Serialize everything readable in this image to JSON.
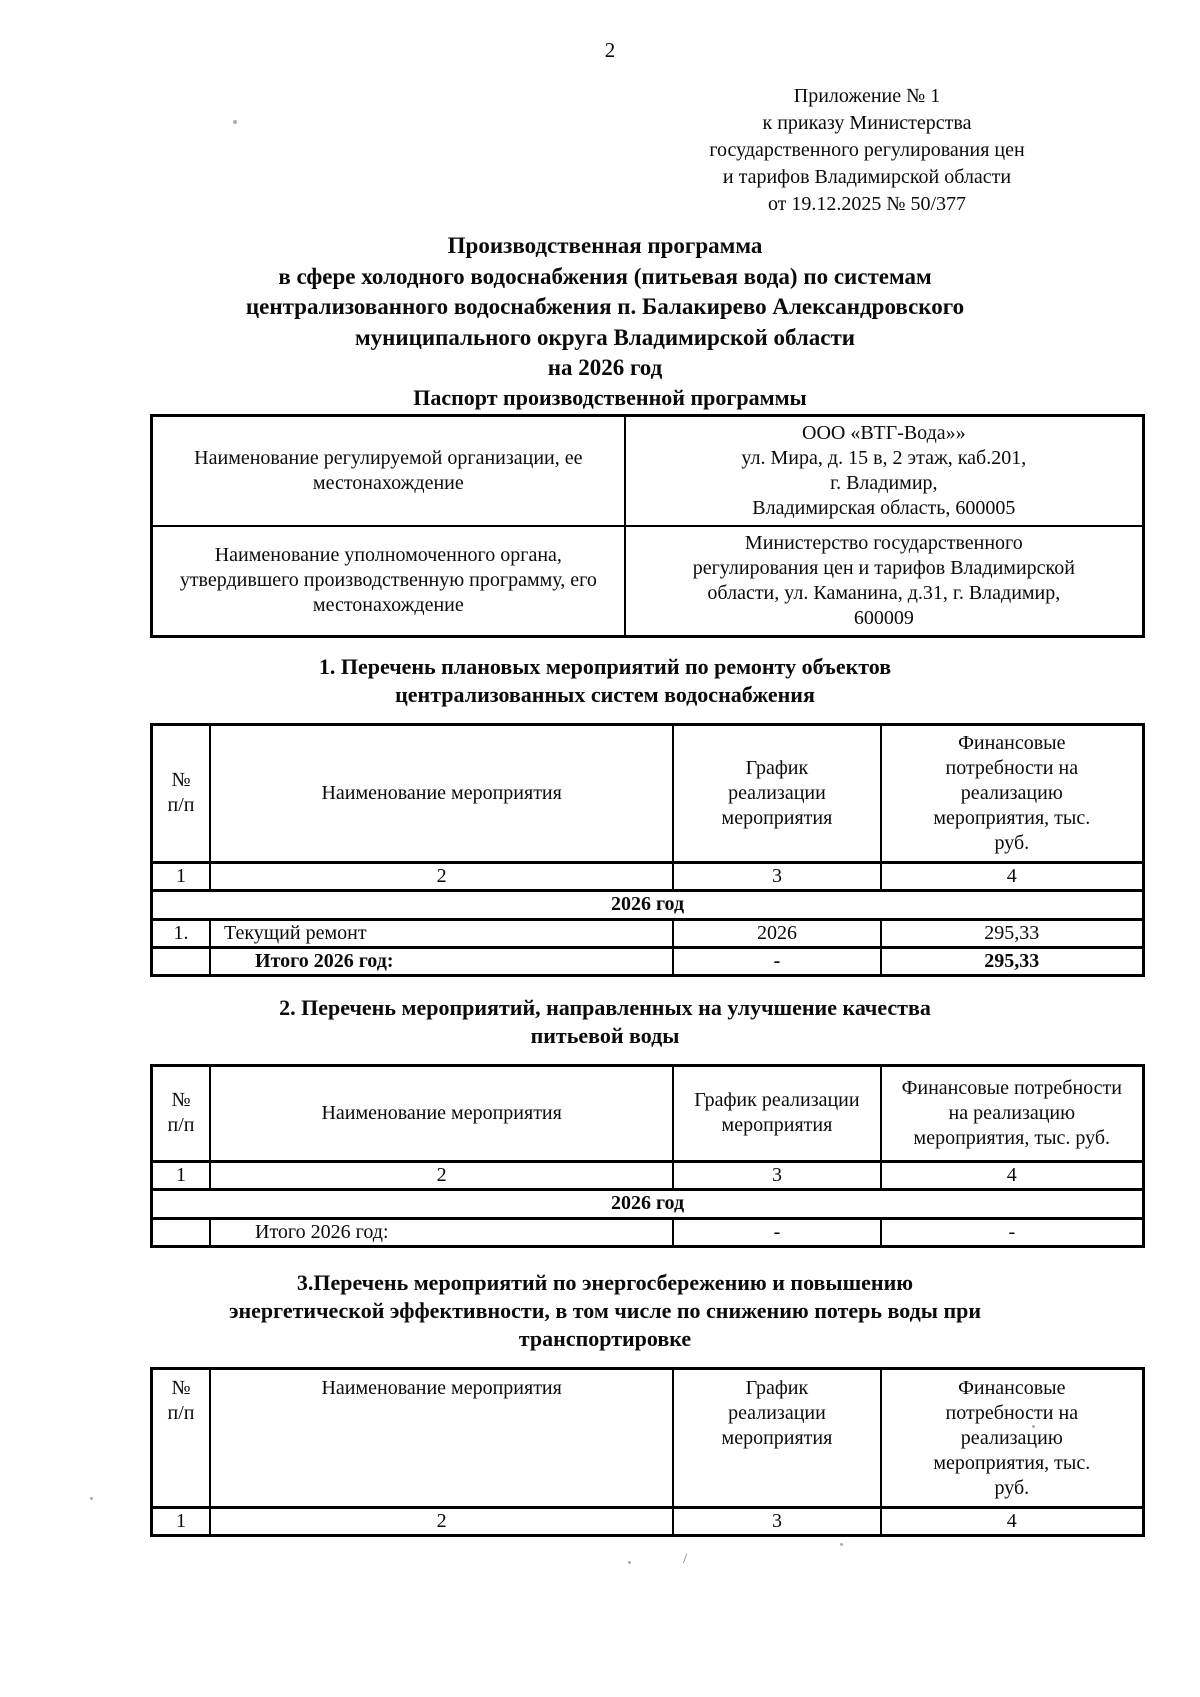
{
  "page": {
    "number": "2",
    "header_lines": [
      "Приложение № 1",
      "к приказу Министерства",
      "государственного регулирования цен",
      "и тарифов Владимирской области",
      "от 19.12.2025 № 50/377"
    ],
    "title_lines": [
      "Производственная программа",
      "в сфере холодного водоснабжения (питьевая вода) по системам",
      "централизованного водоснабжения п. Балакирево Александровского",
      "муниципального округа Владимирской области",
      "на 2026 год"
    ],
    "passport_heading": "Паспорт производственной программы"
  },
  "passport": {
    "rows": [
      {
        "label": "Наименование регулируемой организации, ее местонахождение",
        "value_lines": [
          "ООО «ВТГ-Вода»»",
          "ул. Мира, д. 15 в, 2 этаж, каб.201,",
          "г. Владимир,",
          "Владимирская область, 600005"
        ]
      },
      {
        "label": "Наименование уполномоченного органа, утвердившего производственную программу, его местонахождение",
        "value_lines": [
          "Министерство государственного",
          "регулирования цен и тарифов Владимирской",
          "области, ул. Каманина, д.31, г. Владимир,",
          "600009"
        ]
      }
    ]
  },
  "section1": {
    "heading_lines": [
      "1.  Перечень плановых мероприятий по ремонту объектов",
      "централизованных систем водоснабжения"
    ],
    "table": {
      "headers": [
        "№ п/п",
        "Наименование мероприятия",
        "График реализации мероприятия",
        "Финансовые потребности на реализацию мероприятия, тыс. руб."
      ],
      "column_numbers": [
        "1",
        "2",
        "3",
        "4"
      ],
      "year_group": "2026 год",
      "rows": [
        {
          "num": "1.",
          "name": "Текущий ремонт",
          "schedule": "2026",
          "cost": "295,33"
        }
      ],
      "total_row": {
        "label": "Итого 2026 год:",
        "schedule": "-",
        "cost": "295,33"
      }
    }
  },
  "section2": {
    "heading_lines": [
      "2. Перечень мероприятий, направленных на улучшение качества",
      "питьевой воды"
    ],
    "table": {
      "headers": [
        "№ п/п",
        "Наименование мероприятия",
        "График реализации мероприятия",
        "Финансовые потребности на реализацию мероприятия, тыс. руб."
      ],
      "column_numbers": [
        "1",
        "2",
        "3",
        "4"
      ],
      "year_group": "2026 год",
      "total_row": {
        "label": "Итого 2026 год:",
        "schedule": "-",
        "cost": "-"
      }
    }
  },
  "section3": {
    "heading_lines": [
      "3.Перечень мероприятий по энергосбережению и повышению",
      "энергетической эффективности, в том числе по снижению потерь воды при",
      "транспортировке"
    ],
    "table": {
      "headers": [
        "№ п/п",
        "Наименование мероприятия",
        "График реализации мероприятия",
        "Финансовые потребности на реализацию мероприятия, тыс. руб."
      ],
      "column_numbers": [
        "1",
        "2",
        "3",
        "4"
      ]
    }
  }
}
